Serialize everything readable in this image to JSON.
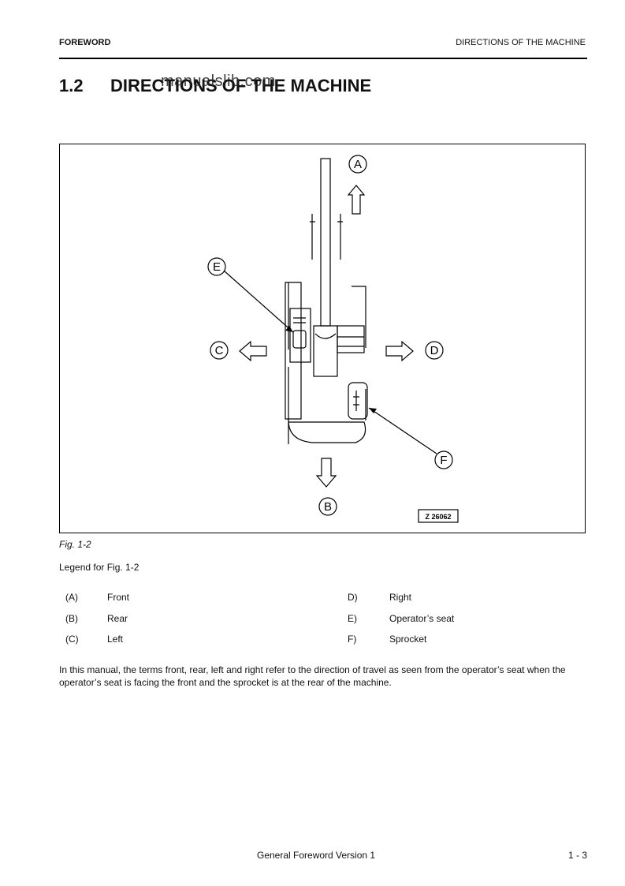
{
  "header": {
    "left": "FOREWORD",
    "right": "DIRECTIONS OF THE MACHINE"
  },
  "section": {
    "number": "1.2",
    "title": "DIRECTIONS OF THE MACHINE",
    "watermark": "manualslib.com"
  },
  "figure": {
    "labels": {
      "a": "A",
      "b": "B",
      "c": "C",
      "d": "D",
      "e": "E",
      "f": "F"
    },
    "code": "Z 26062",
    "caption": "Fig. 1-2"
  },
  "legend": {
    "title": "Legend for Fig. 1-2",
    "left": [
      {
        "key": "(A)",
        "text": "Front"
      },
      {
        "key": "(B)",
        "text": "Rear"
      },
      {
        "key": "(C)",
        "text": "Left"
      }
    ],
    "right": [
      {
        "key": "D)",
        "text": "Right"
      },
      {
        "key": "E)",
        "text": "Operator’s seat"
      },
      {
        "key": "F)",
        "text": "Sprocket"
      }
    ]
  },
  "paragraph": "In this manual, the terms front, rear, left and right refer to the direction of travel as seen from the operator’s seat when the operator’s seat is facing the front and the sprocket is at the rear of the machine.",
  "footer": {
    "center": "General Foreword Version 1",
    "page": "1 - 3"
  }
}
